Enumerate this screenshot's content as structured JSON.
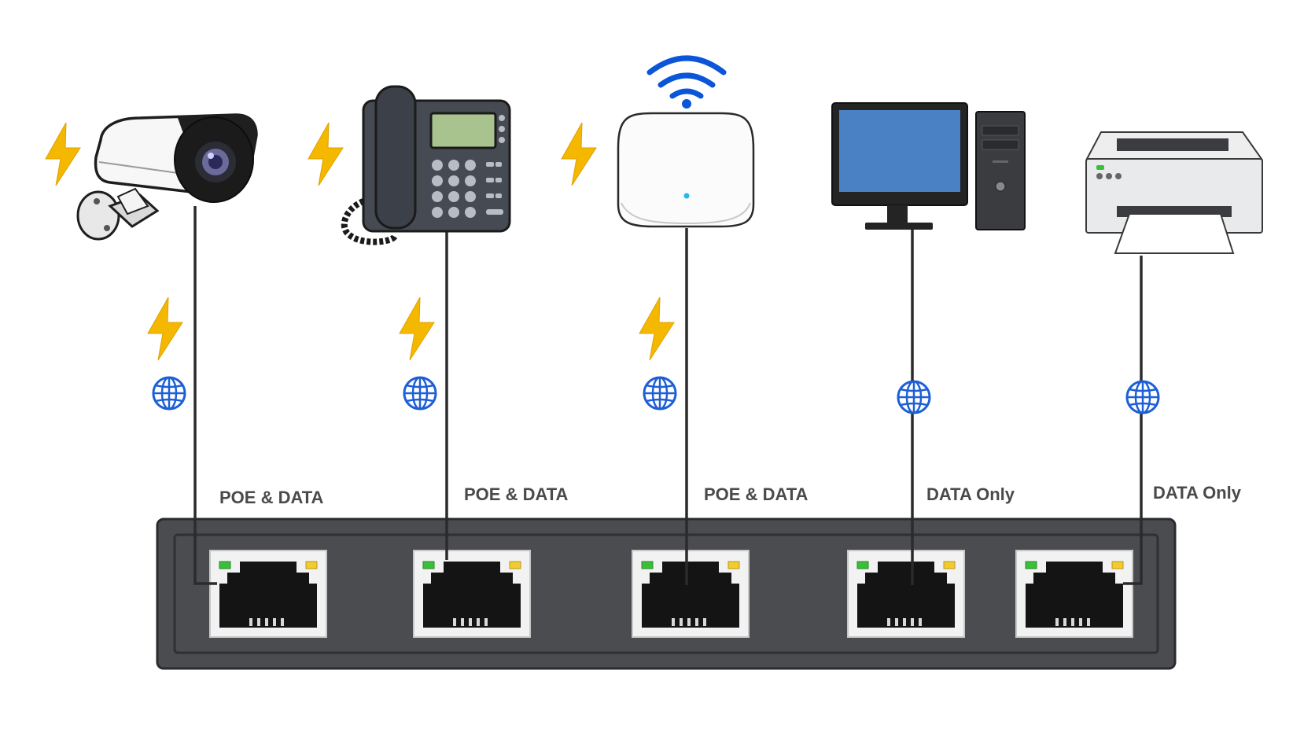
{
  "title": "",
  "devices": [
    {
      "id": "camera",
      "icon": "security-camera-icon",
      "label": "POE & DATA",
      "poe": true,
      "data": true
    },
    {
      "id": "phone",
      "icon": "desk-phone-icon",
      "label": "POE & DATA",
      "poe": true,
      "data": true
    },
    {
      "id": "access-point",
      "icon": "wireless-access-point-icon",
      "label": "POE & DATA",
      "poe": true,
      "data": true
    },
    {
      "id": "computer",
      "icon": "desktop-computer-icon",
      "label": "DATA Only",
      "poe": false,
      "data": true
    },
    {
      "id": "printer",
      "icon": "printer-icon",
      "label": "DATA Only",
      "poe": false,
      "data": true
    }
  ],
  "switch": {
    "icon": "ethernet-switch-icon",
    "port_count": 5,
    "port_icon": "rj45-port-icon"
  },
  "colors": {
    "power": "#f5b800",
    "data": "#1d5fd6",
    "cable": "#2b2b2b",
    "switch_body": "#4a4c50",
    "led_green": "#3bbf3b",
    "led_yellow": "#f2cc2e",
    "label_text": "#4a4a4a",
    "wifi": "#0a55d8"
  }
}
